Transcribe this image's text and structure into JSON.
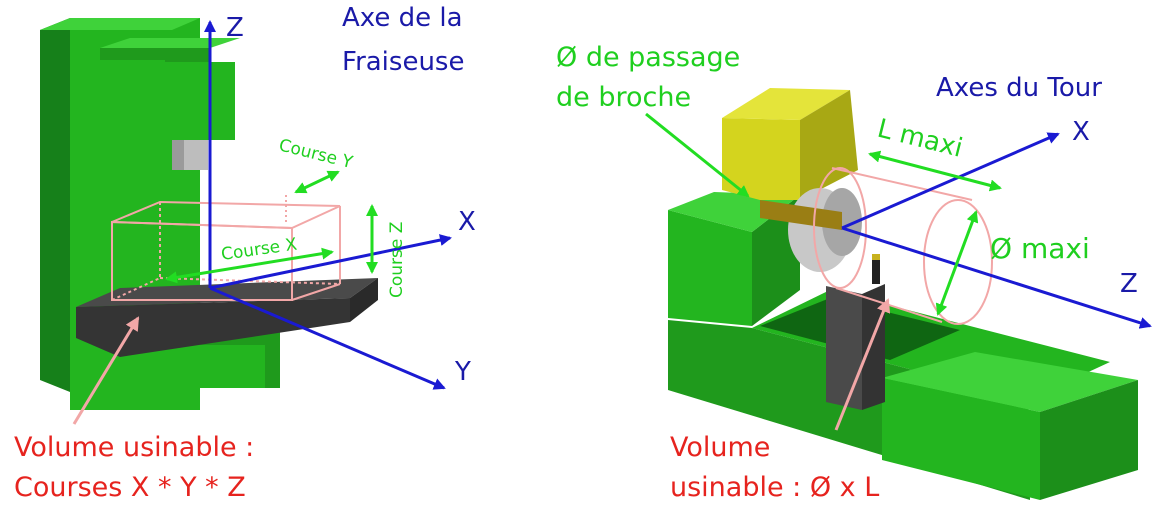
{
  "colors": {
    "machine_green": "#23b51f",
    "machine_green_dark": "#16801a",
    "machine_green_light": "#3fd23a",
    "table_gray": "#3a3a3a",
    "spindle_yellow": "#d4d41e",
    "axis_blue": "#1a1ad2",
    "course_green": "#22dd22",
    "volume_pink": "#f2a7a7",
    "label_red": "#e6231e"
  },
  "mill": {
    "title_line1": "Axe de la",
    "title_line2": "Fraiseuse",
    "axis_z": "Z",
    "axis_x": "X",
    "axis_y": "Y",
    "course_x": "Course X",
    "course_y": "Course Y",
    "course_z": "Course Z",
    "volume_line1": "Volume usinable :",
    "volume_line2": "Courses X * Y * Z"
  },
  "lathe": {
    "title": "Axes du Tour",
    "spindle_bore_line1": "Ø de passage",
    "spindle_bore_line2": "de broche",
    "l_max": "L maxi",
    "diameter_max": "Ø maxi",
    "axis_x": "X",
    "axis_z": "Z",
    "volume_line1": "Volume",
    "volume_line2": "usinable : Ø x L"
  }
}
